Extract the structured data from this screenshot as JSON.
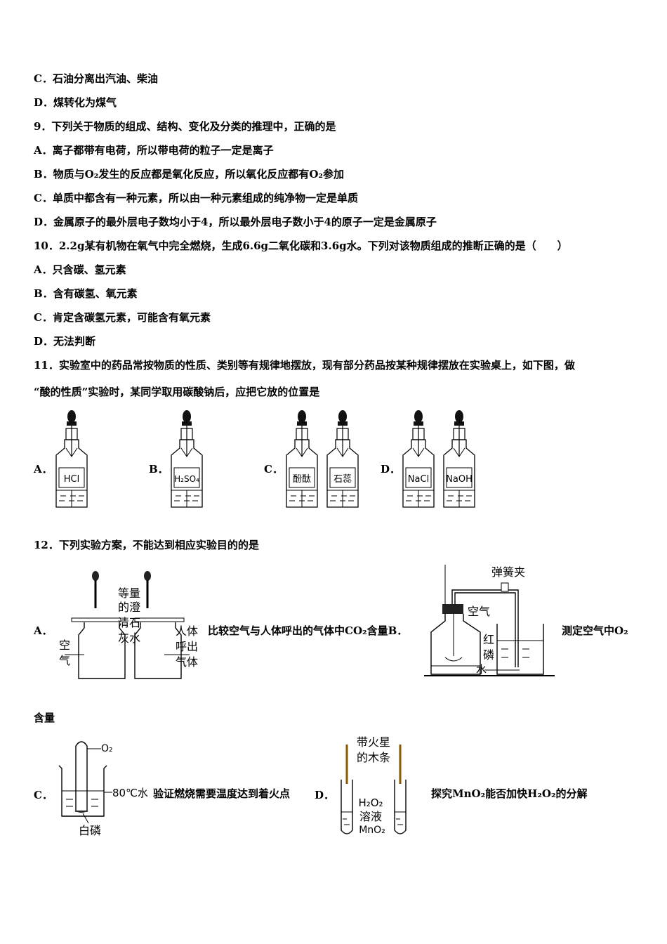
{
  "lines": {
    "c_prev": "C．石油分离出汽油、柴油",
    "d_prev": "D．煤转化为煤气",
    "q9": "9．下列关于物质的组成、结构、变化及分类的推理中，正确的是",
    "q9a": "A．离子都带有电荷，所以带电荷的粒子一定是离子",
    "q9b": "B．物质与O₂发生的反应都是氧化反应，所以氧化反应都有O₂参加",
    "q9c": "C．单质中都含有一种元素，所以由一种元素组成的纯净物一定是单质",
    "q9d": "D．金属原子的最外层电子数均小于4，所以最外层电子数小于4的原子一定是金属原子",
    "q10": "10．2.2g某有机物在氧气中完全燃烧，生成6.6g二氧化碳和3.6g水。下列对该物质组成的推断正确的是（　　）",
    "q10a": "A．只含碳、氢元素",
    "q10b": "B．含有碳氢、氧元素",
    "q10c": "C．肯定含碳氢元素，可能含有氧元素",
    "q10d": "D．无法判断",
    "q11_1": "11．实验室中的药品常按物质的性质、类别等有规律地摆放，现有部分药品按某种规律摆放在实验桌上，如下图，做",
    "q11_2": "“酸的性质”实验时，某同学取用碳酸钠后，应把它放的位置是",
    "q12": "12．下列实验方案，不能达到相应实验目的的是",
    "q12a_text": "比较空气与人体呼出的气体中CO₂含量B．",
    "q12b_text": "测定空气中O₂",
    "q12b_text2": "含量",
    "q12c_text": "验证燃烧需要温度达到着火点",
    "q12d_text": "探究MnO₂能否加快H₂O₂的分解"
  },
  "labels": {
    "a": "A．",
    "b": "B．",
    "c": "C．",
    "d": "D．",
    "a12": "A．",
    "c12": "C．",
    "d12": "D．"
  },
  "bottles": {
    "hcl": "HCl",
    "h2so4": "H₂SO₄",
    "phenol": "酚酞",
    "litmus": "石蕊",
    "nacl": "NaCl",
    "naoh": "NaOH"
  },
  "fig12a": {
    "reagent_1": "等量",
    "reagent_2": "的澄",
    "reagent_3": "清石",
    "reagent_4": "灰水",
    "air_1": "空",
    "air_2": "气",
    "breath_1": "人体",
    "breath_2": "呼出",
    "breath_3": "气体"
  },
  "fig12b": {
    "clip": "弹簧夹",
    "air": "空气",
    "p_1": "红",
    "p_2": "磷",
    "water": "水"
  },
  "fig12c": {
    "o2": "O₂",
    "water": "80℃水",
    "phosphorus": "白磷"
  },
  "fig12d": {
    "splint_1": "带火星",
    "splint_2": "的木条",
    "h2o2_1": "H₂O₂",
    "h2o2_2": "溶液",
    "mno2": "MnO₂"
  }
}
